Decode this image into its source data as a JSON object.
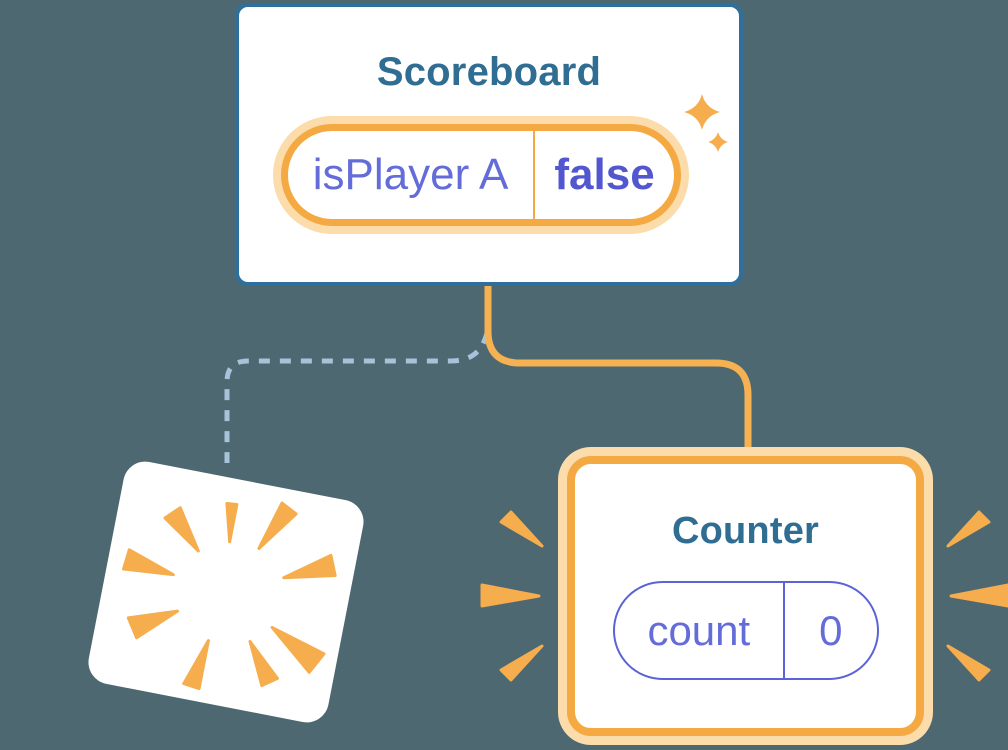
{
  "canvas": {
    "background": "#4d6871"
  },
  "colors": {
    "canvas_bg": "#4d6871",
    "card_border_blue": "#2e6f9e",
    "title_blue": "#2f6d93",
    "orange": "#f4a942",
    "orange_halo": "#fcdcaa",
    "orange_accent": "#f6ad4d",
    "connector_orange": "#f6b152",
    "dashed_blue": "#a6c3da",
    "purple": "#636cd8",
    "purple_bold": "#5257cf",
    "pill_purple": "#5b63d6"
  },
  "scoreboard": {
    "title": "Scoreboard",
    "pill": {
      "label": "isPlayer A",
      "value": "false"
    }
  },
  "counter": {
    "title": "Counter",
    "pill": {
      "label": "count",
      "value": "0"
    }
  },
  "icons": {
    "sparkles": "sparkle-icon",
    "burst": "burst-icon",
    "emphasis_rays": "emphasis-rays-icon"
  }
}
